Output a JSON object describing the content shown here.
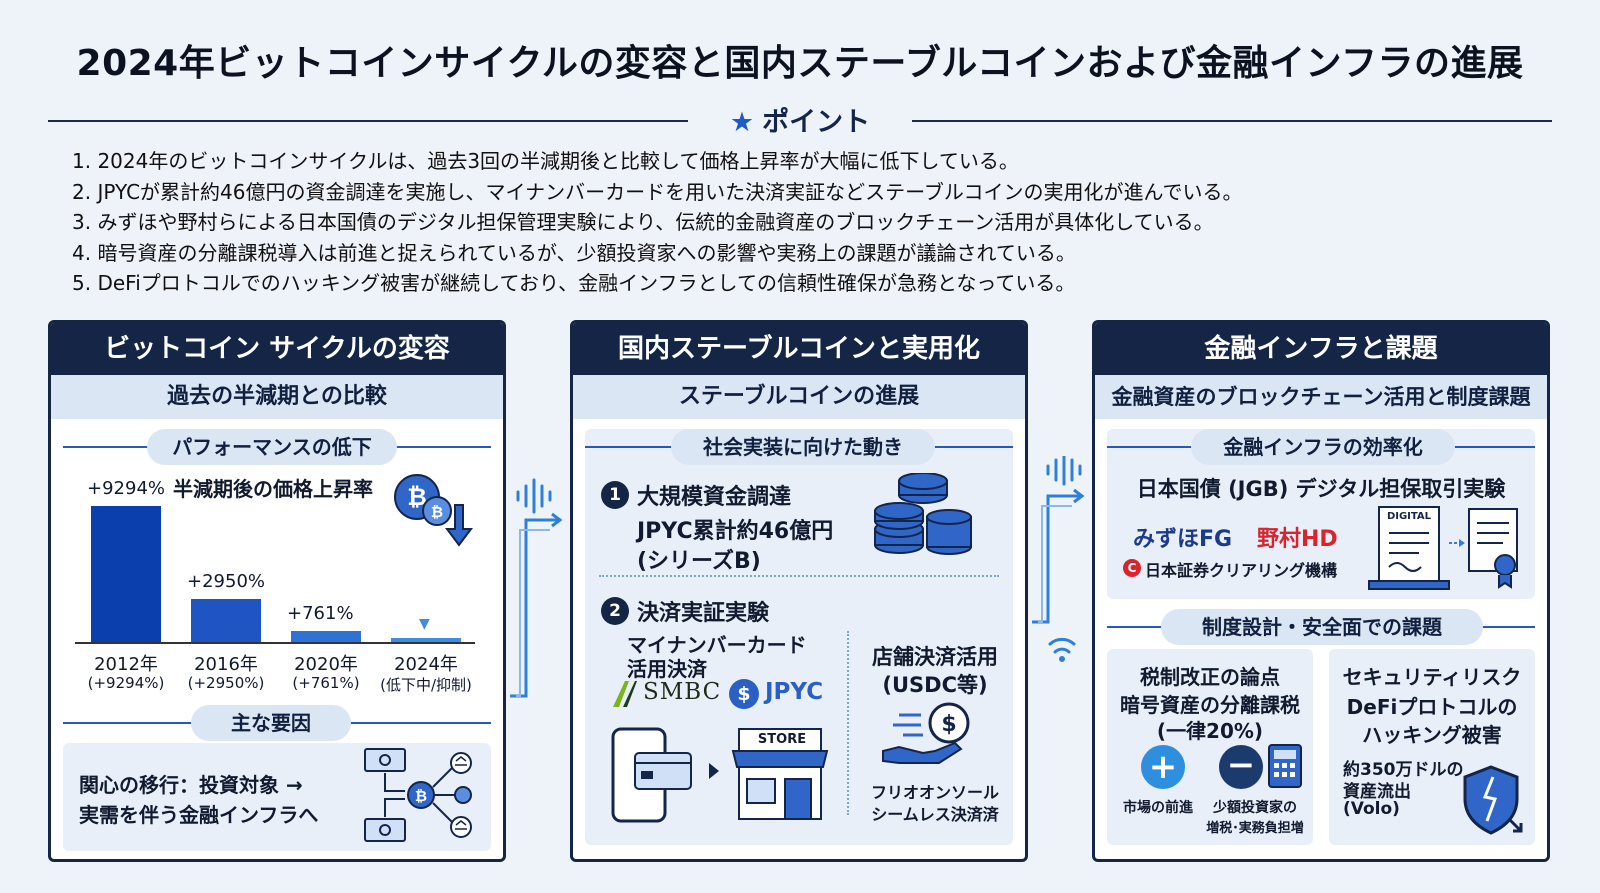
{
  "title": "2024年ビットコインサイクルの変容と国内ステーブルコインおよび金融インフラの進展",
  "points_header": "ポイント",
  "points": [
    "1. 2024年のビットコインサイクルは、過去3回の半減期後と比較して価格上昇率が大幅に低下している。",
    "2. JPYCが累計約46億円の資金調達を実施し、マイナンバーカードを用いた決済実証などステーブルコインの実用化が進んでいる。",
    "3. みずほや野村らによる日本国債のデジタル担保管理実験により、伝統的金融資産のブロックチェーン活用が具体化している。",
    "4. 暗号資産の分離課税導入は前進と捉えられているが、少額投資家への影響や実務上の課題が議論されている。",
    "5. DeFiプロトコルでのハッキング被害が継続しており、金融インフラとしての信頼性確保が急務となっている。"
  ],
  "panel1": {
    "title": "ビットコイン サイクルの変容",
    "subtitle": "過去の半減期との比較",
    "section1": "パフォーマンスの低下",
    "chart_label": "半減期後の価格上昇率",
    "section2": "主な要因",
    "factor_text_1": "関心の移行：投資対象 →",
    "factor_text_2": "実需を伴う金融インフラへ"
  },
  "chart_data": {
    "type": "bar",
    "categories": [
      "2012年",
      "2016年",
      "2020年",
      "2024年"
    ],
    "category_notes": [
      "(+9294%)",
      "(+2950%)",
      "(+761%)",
      "(低下中/抑制)"
    ],
    "value_labels": [
      "+9294%",
      "+2950%",
      "+761%",
      ""
    ],
    "values": [
      9294,
      2950,
      761,
      200
    ],
    "ylim": [
      0,
      9294
    ],
    "title": "半減期後の価格上昇率",
    "colors": [
      "#0c3fae",
      "#1f55c2",
      "#2f72d6",
      "#3f8de0"
    ]
  },
  "panel2": {
    "title": "国内ステーブルコインと実用化",
    "subtitle": "ステーブルコインの進展",
    "section1": "社会実装に向けた動き",
    "item1_num": "1",
    "item1_title": "大規模資金調達",
    "item1_line1": "JPYC累計約46億円",
    "item1_line2": "(シリーズB)",
    "item2_num": "2",
    "item2_title": "決済実証実験",
    "item2_line1": "マイナンバーカード",
    "item2_line2": "活用決済",
    "logo_smbc": "SMBC",
    "logo_jpyc": "JPYC",
    "store_label": "STORE",
    "shop_title_1": "店舗決済活用",
    "shop_title_2": "(USDC等)",
    "shop_caption_1": "フリオオンソール",
    "shop_caption_2": "シームレス決済済"
  },
  "panel3": {
    "title": "金融インフラと課題",
    "subtitle": "金融資産のブロックチェーン活用と制度課題",
    "section1": "金融インフラの効率化",
    "jgb_title": "日本国債 (JGB) デジタル担保取引実験",
    "logo_mizuho": "みずほFG",
    "logo_nomura": "野村HD",
    "logo_jasdec": "日本証券クリアリング機構",
    "digital_label": "DIGITAL",
    "section2": "制度設計・安全面での課題",
    "tax_title": "税制改正の論点",
    "tax_line1": "暗号資産の分離課税",
    "tax_line2": "(一律20%)",
    "plus_caption": "市場の前進",
    "minus_caption_1": "少額投資家の",
    "minus_caption_2": "増税･実務負担増",
    "sec_title": "セキュリティリスク",
    "sec_line1": "DeFiプロトコルの",
    "sec_line2": "ハッキング被害",
    "sec_detail_1": "約350万ドルの",
    "sec_detail_2": "資産流出",
    "sec_detail_3": "(Volo)"
  },
  "colors": {
    "navy": "#142545",
    "accent": "#1e5bc6",
    "light": "#dbe6f5",
    "red": "#d9232d"
  }
}
